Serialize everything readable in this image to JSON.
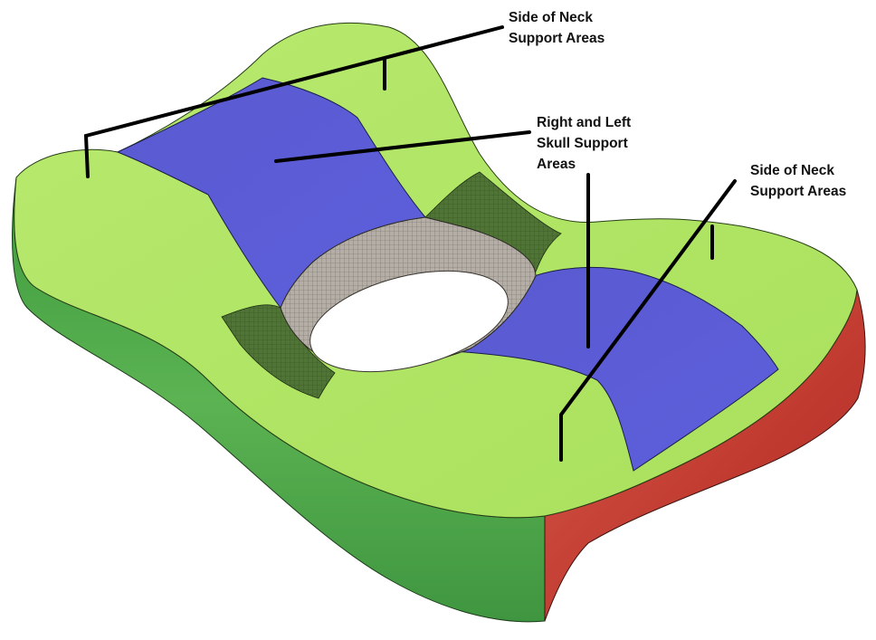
{
  "colors": {
    "light_green": "#b0e464",
    "blue": "#5b5cd6",
    "dark_green_side": "#4ea84a",
    "red_side": "#c8443a",
    "mesh_gray": "#a9a39b",
    "mesh_dark_green": "#4b6e33",
    "leader_line": "#000000"
  },
  "labels": {
    "neck_top": {
      "line1": "Side of Neck",
      "line2": "Support Areas"
    },
    "skull": {
      "line1": "Right and Left",
      "line2": "Skull Support",
      "line3": "Areas"
    },
    "neck_right": {
      "line1": "Side of Neck",
      "line2": "Support Areas"
    }
  }
}
